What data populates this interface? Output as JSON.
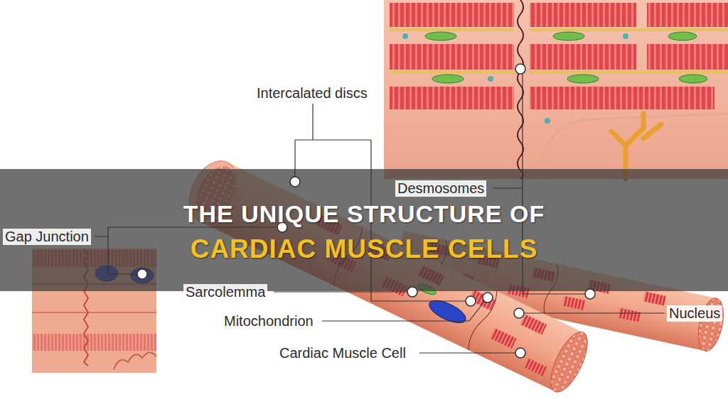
{
  "diagram": {
    "labels": [
      "Intercalated discs",
      "Desmosomes",
      "Gap Junction",
      "Sarcolemma",
      "Mitochondrion",
      "Nucleus",
      "Cardiac Muscle Cell",
      "THE UNIQUE STRUCTURE OF",
      "CARDIAC MUSCLE CELLS"
    ]
  }
}
